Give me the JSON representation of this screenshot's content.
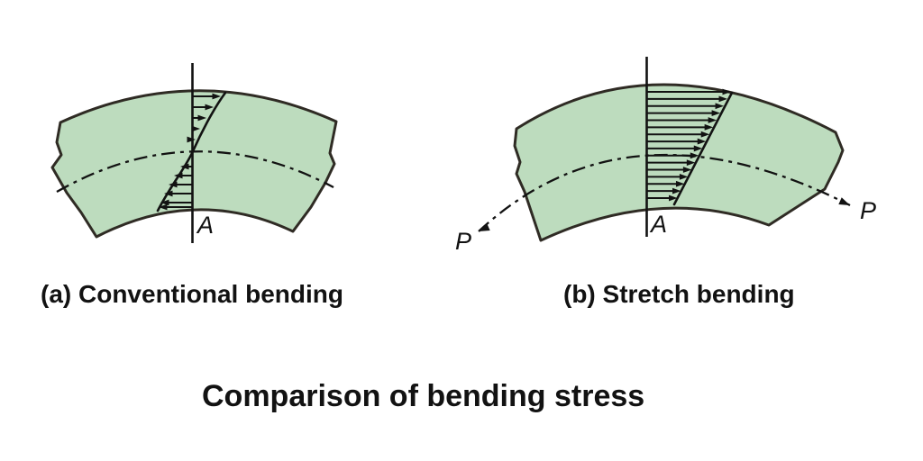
{
  "figure": {
    "title": "Comparison of bending stress",
    "panel_a": {
      "caption": "(a) Conventional bending",
      "section_label": "A"
    },
    "panel_b": {
      "caption": "(b) Stretch bending",
      "section_label": "A",
      "force_label_left": "P",
      "force_label_right": "P"
    },
    "colors": {
      "slab_fill": "#bddcbe",
      "outline": "#2f2b24",
      "ink": "#121212"
    }
  }
}
